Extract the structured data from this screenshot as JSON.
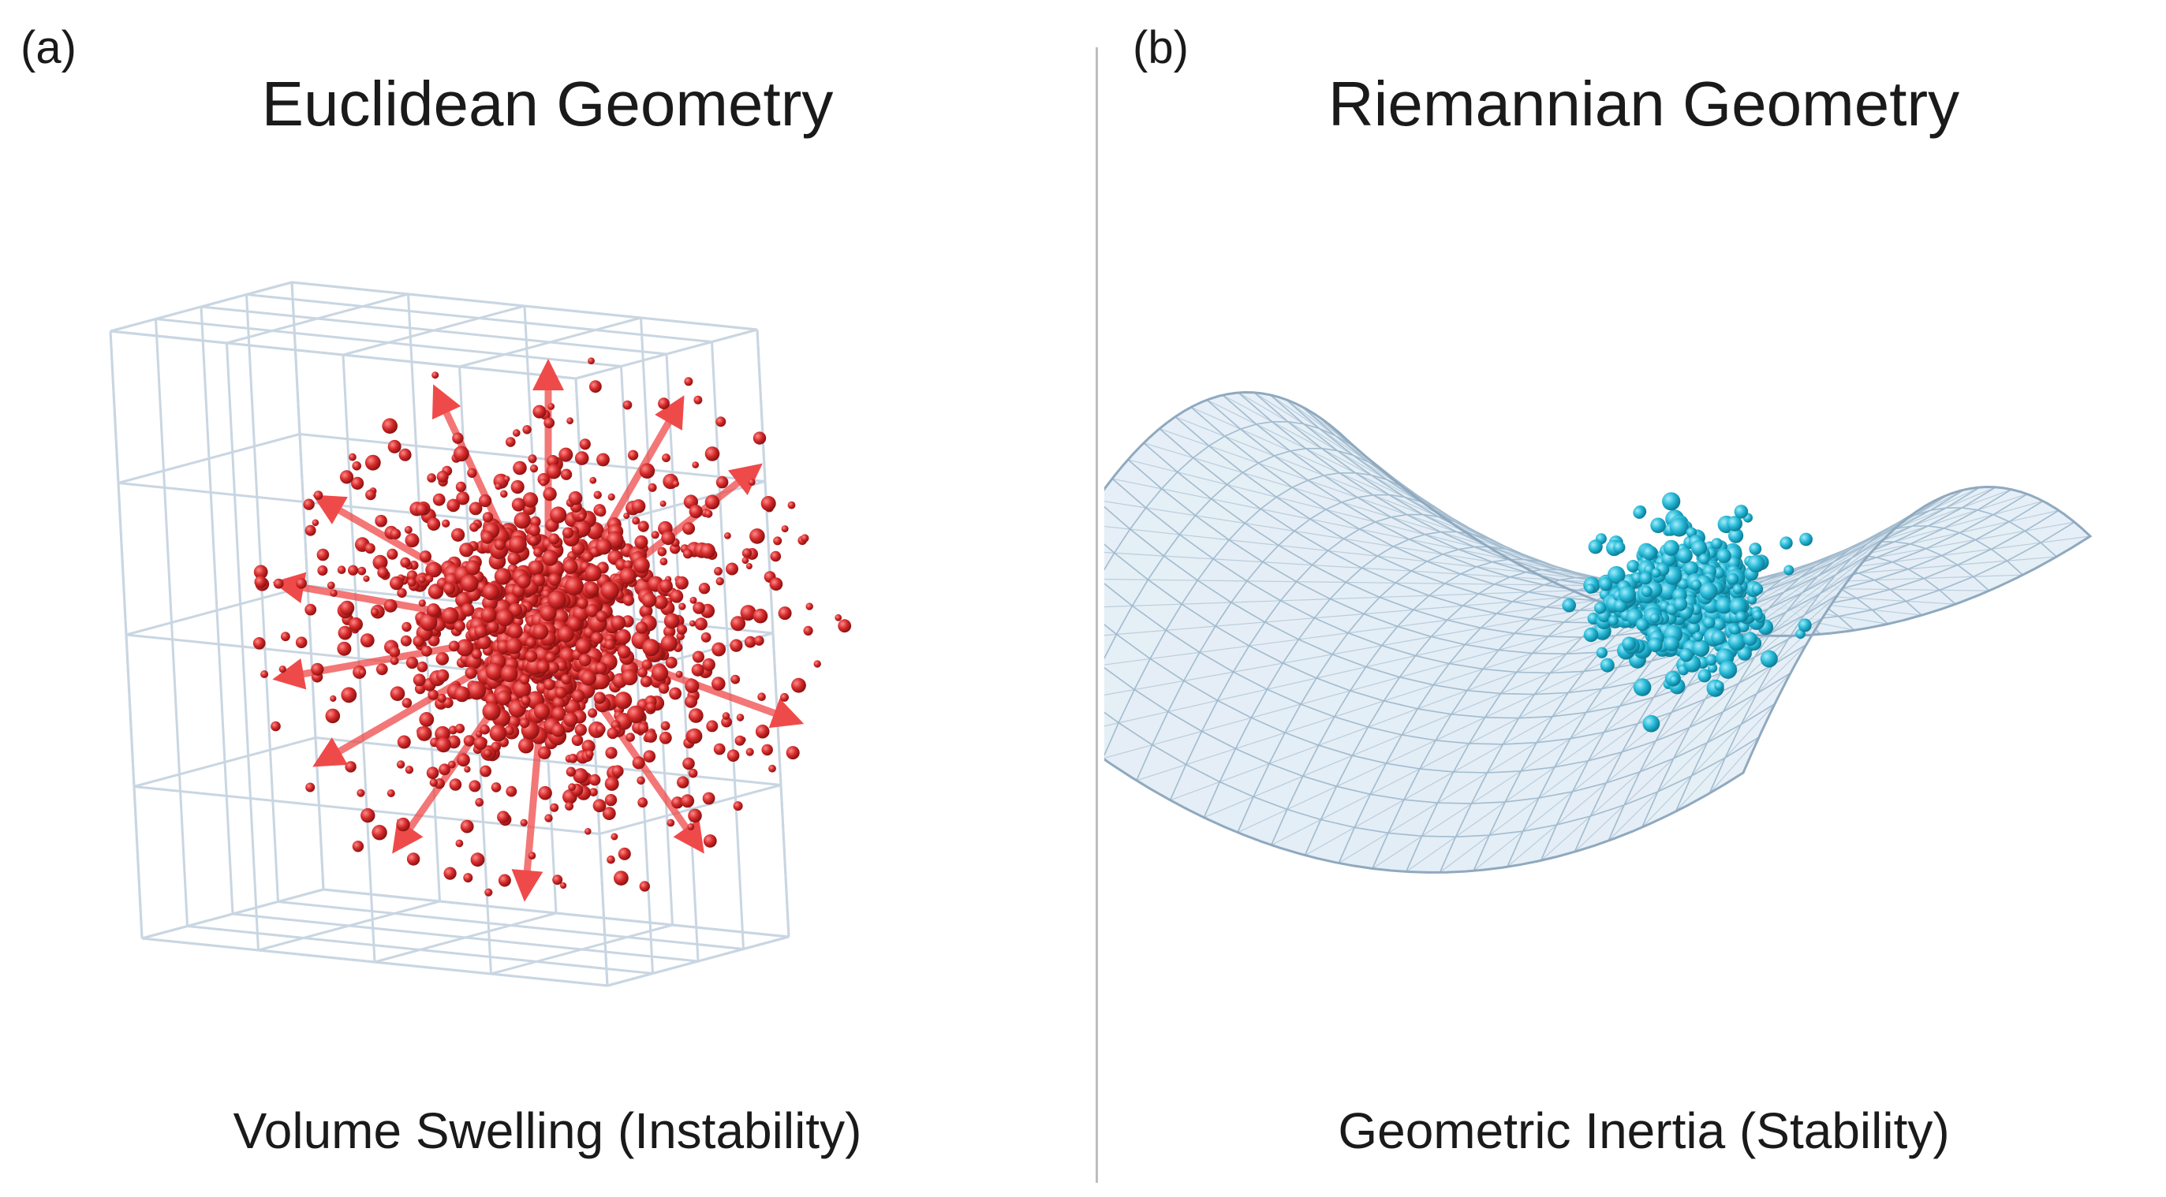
{
  "panel_a": {
    "label": "(a)",
    "title": "Euclidean Geometry",
    "caption": "Volume Swelling (Instability)",
    "particle_color": "#d42a2a",
    "arrow_color": "#ef4a4a",
    "grid_color": "#c9d6e2"
  },
  "panel_b": {
    "label": "(b)",
    "title": "Riemannian Geometry",
    "caption": "Geometric Inertia (Stability)",
    "particle_color": "#24b8d6",
    "surface_color": "#e1ecf5",
    "mesh_color": "#9fb8cc"
  }
}
